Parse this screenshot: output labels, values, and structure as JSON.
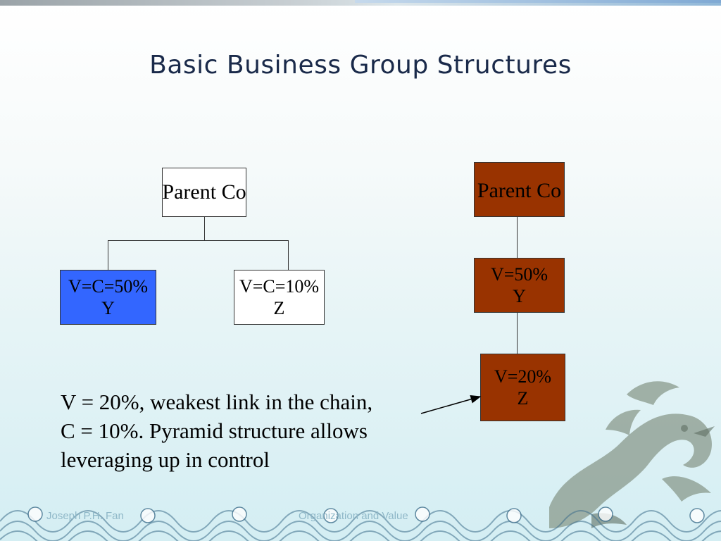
{
  "slide": {
    "title": "Basic Business Group Structures",
    "footer_left": "Joseph P.H. Fan",
    "footer_center": "Organization and Value"
  },
  "left_structure": {
    "parent": "Parent Co",
    "child_y": {
      "line1": "V=C=50%",
      "line2": "Y"
    },
    "child_z": {
      "line1": "V=C=10%",
      "line2": "Z"
    }
  },
  "right_structure": {
    "parent": "Parent Co",
    "child_y": {
      "line1": "V=50%",
      "line2": "Y"
    },
    "child_z": {
      "line1": "V=20%",
      "line2": "Z"
    }
  },
  "note": {
    "line1": "V = 20%, weakest link in the chain,",
    "line2": "C = 10%. Pyramid structure allows",
    "line3": "leveraging up in control"
  },
  "colors": {
    "blue_box": "#3366ff",
    "brown_box": "#993300",
    "title": "#1a2a4a"
  }
}
